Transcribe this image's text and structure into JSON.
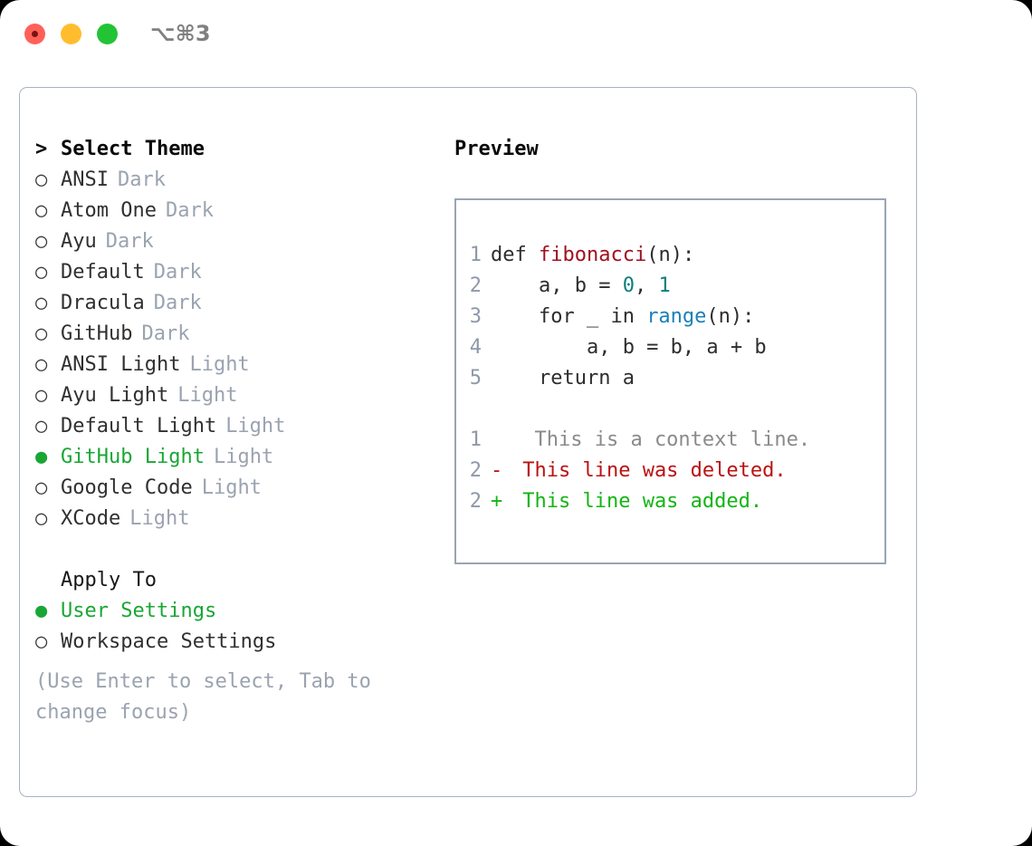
{
  "window": {
    "shortcut": "⌥⌘3",
    "traffic_lights": [
      "close-red",
      "minimize-yellow",
      "maximize-green"
    ],
    "colors": {
      "red": "#ff6159",
      "yellow": "#ffbd2e",
      "green": "#22c436",
      "border": "#a9b2c0",
      "accent_green": "#1aa635",
      "muted": "#9aa3b0"
    }
  },
  "theme_selector": {
    "header": {
      "prompt": ">",
      "title": "Select Theme"
    },
    "bullets": {
      "unselected": "○",
      "selected": "●"
    },
    "items": [
      {
        "bullet": "○",
        "label": "ANSI",
        "tag": "Dark",
        "selected": false
      },
      {
        "bullet": "○",
        "label": "Atom One",
        "tag": "Dark",
        "selected": false
      },
      {
        "bullet": "○",
        "label": "Ayu",
        "tag": "Dark",
        "selected": false
      },
      {
        "bullet": "○",
        "label": "Default",
        "tag": "Dark",
        "selected": false
      },
      {
        "bullet": "○",
        "label": "Dracula",
        "tag": "Dark",
        "selected": false
      },
      {
        "bullet": "○",
        "label": "GitHub",
        "tag": "Dark",
        "selected": false
      },
      {
        "bullet": "○",
        "label": "ANSI Light",
        "tag": "Light",
        "selected": false
      },
      {
        "bullet": "○",
        "label": "Ayu Light",
        "tag": "Light",
        "selected": false
      },
      {
        "bullet": "○",
        "label": "Default Light",
        "tag": "Light",
        "selected": false
      },
      {
        "bullet": "●",
        "label": "GitHub Light",
        "tag": "Light",
        "selected": true
      },
      {
        "bullet": "○",
        "label": "Google Code",
        "tag": "Light",
        "selected": false
      },
      {
        "bullet": "○",
        "label": "XCode",
        "tag": "Light",
        "selected": false
      }
    ]
  },
  "apply_to": {
    "header": "Apply To",
    "options": [
      {
        "bullet": "●",
        "label": "User Settings",
        "selected": true
      },
      {
        "bullet": "○",
        "label": "Workspace Settings",
        "selected": false
      }
    ]
  },
  "hint": "(Use Enter to select, Tab to change focus)",
  "preview": {
    "title": "Preview",
    "code_lines": [
      {
        "number": "1",
        "tokens": [
          {
            "text": "def ",
            "type": "plain"
          },
          {
            "text": "fibonacci",
            "type": "function"
          },
          {
            "text": "(n):",
            "type": "plain"
          }
        ]
      },
      {
        "number": "2",
        "tokens": [
          {
            "text": "    a, b = ",
            "type": "plain"
          },
          {
            "text": "0",
            "type": "number"
          },
          {
            "text": ", ",
            "type": "plain"
          },
          {
            "text": "1",
            "type": "number"
          }
        ]
      },
      {
        "number": "3",
        "tokens": [
          {
            "text": "    for _ in ",
            "type": "plain"
          },
          {
            "text": "range",
            "type": "builtin"
          },
          {
            "text": "(n):",
            "type": "plain"
          }
        ]
      },
      {
        "number": "4",
        "tokens": [
          {
            "text": "        a, b = b, a + b",
            "type": "plain"
          }
        ]
      },
      {
        "number": "5",
        "tokens": [
          {
            "text": "    return a",
            "type": "plain"
          }
        ]
      }
    ],
    "diff_lines": [
      {
        "number": "1",
        "marker": " ",
        "text": "  This is a context line.",
        "kind": "context"
      },
      {
        "number": "2",
        "marker": "-",
        "text": " This line was deleted.",
        "kind": "deleted"
      },
      {
        "number": "2",
        "marker": "+",
        "text": " This line was added.",
        "kind": "added"
      }
    ],
    "syntax_colors": {
      "function": "#a0111f",
      "number": "#0d7d7d",
      "builtin": "#1a80b8",
      "plain": "#2d2d2d",
      "linenumber": "#8e99a9",
      "diff_context": "#8a8a8a",
      "diff_deleted": "#bb1111",
      "diff_added": "#13b513"
    }
  }
}
